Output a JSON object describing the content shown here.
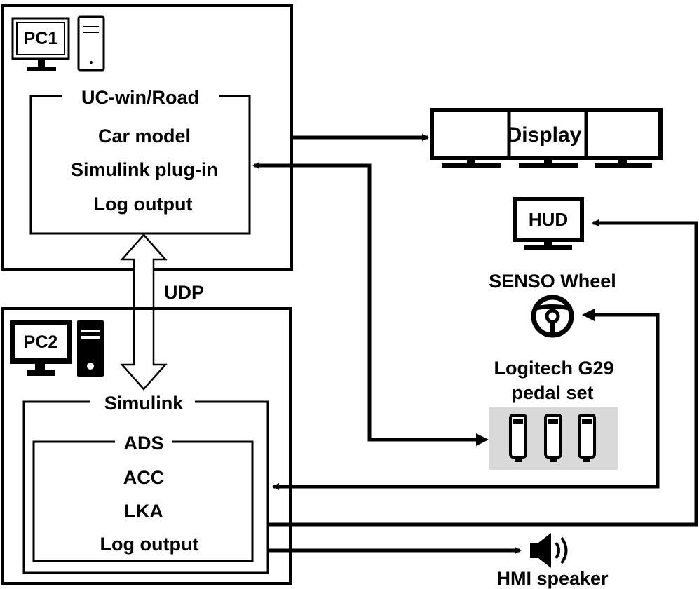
{
  "pc1": {
    "label": "PC1",
    "app_title": "UC-win/Road",
    "items": [
      "Car model",
      "Simulink plug-in",
      "Log output"
    ]
  },
  "link": {
    "label": "UDP"
  },
  "pc2": {
    "label": "PC2",
    "app_title": "Simulink",
    "subsystem_title": "ADS",
    "items": [
      "ACC",
      "LKA",
      "Log output"
    ]
  },
  "devices": {
    "display": "Display",
    "hud": "HUD",
    "wheel": "SENSO Wheel",
    "pedals_line1": "Logitech G29",
    "pedals_line2": "pedal set",
    "speaker": "HMI speaker"
  }
}
